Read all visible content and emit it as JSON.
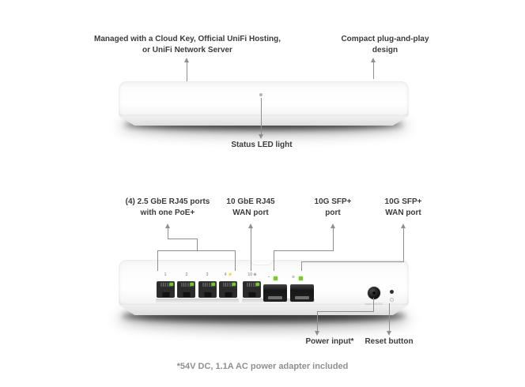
{
  "colors": {
    "annotation_text": "#3b3b3b",
    "muted_text": "#8f8f8f",
    "leader_line": "#8f8f8f",
    "led_green": "#77c832"
  },
  "annotations": {
    "managed": {
      "line1": "Managed with a Cloud Key, Official UniFi Hosting,",
      "line2": "or UniFi Network Server"
    },
    "compact": {
      "line1": "Compact plug-and-play",
      "line2": "design"
    },
    "status_led": {
      "line1": "Status LED light"
    },
    "lan_ports": {
      "line1": "(4) 2.5 GbE RJ45 ports",
      "line2": "with one PoE+"
    },
    "wan_rj45": {
      "line1": "10 GbE RJ45",
      "line2": "WAN port"
    },
    "sfp": {
      "line1": "10G SFP+",
      "line2": "port"
    },
    "sfp_wan": {
      "line1": "10G SFP+",
      "line2": "WAN port"
    },
    "power": {
      "line1": "Power input*"
    },
    "reset": {
      "line1": "Reset button"
    }
  },
  "device_rear": {
    "port_labels": [
      "1",
      "2",
      "3",
      "4 ⚡"
    ],
    "wan_port_label": "10 ⊕",
    "sfp_port_icon": "▪",
    "sfp_wan_icon": "⊕",
    "power_jack_label": "Input 54VDC"
  },
  "footnote": "*54V DC, 1.1A AC power adapter included"
}
